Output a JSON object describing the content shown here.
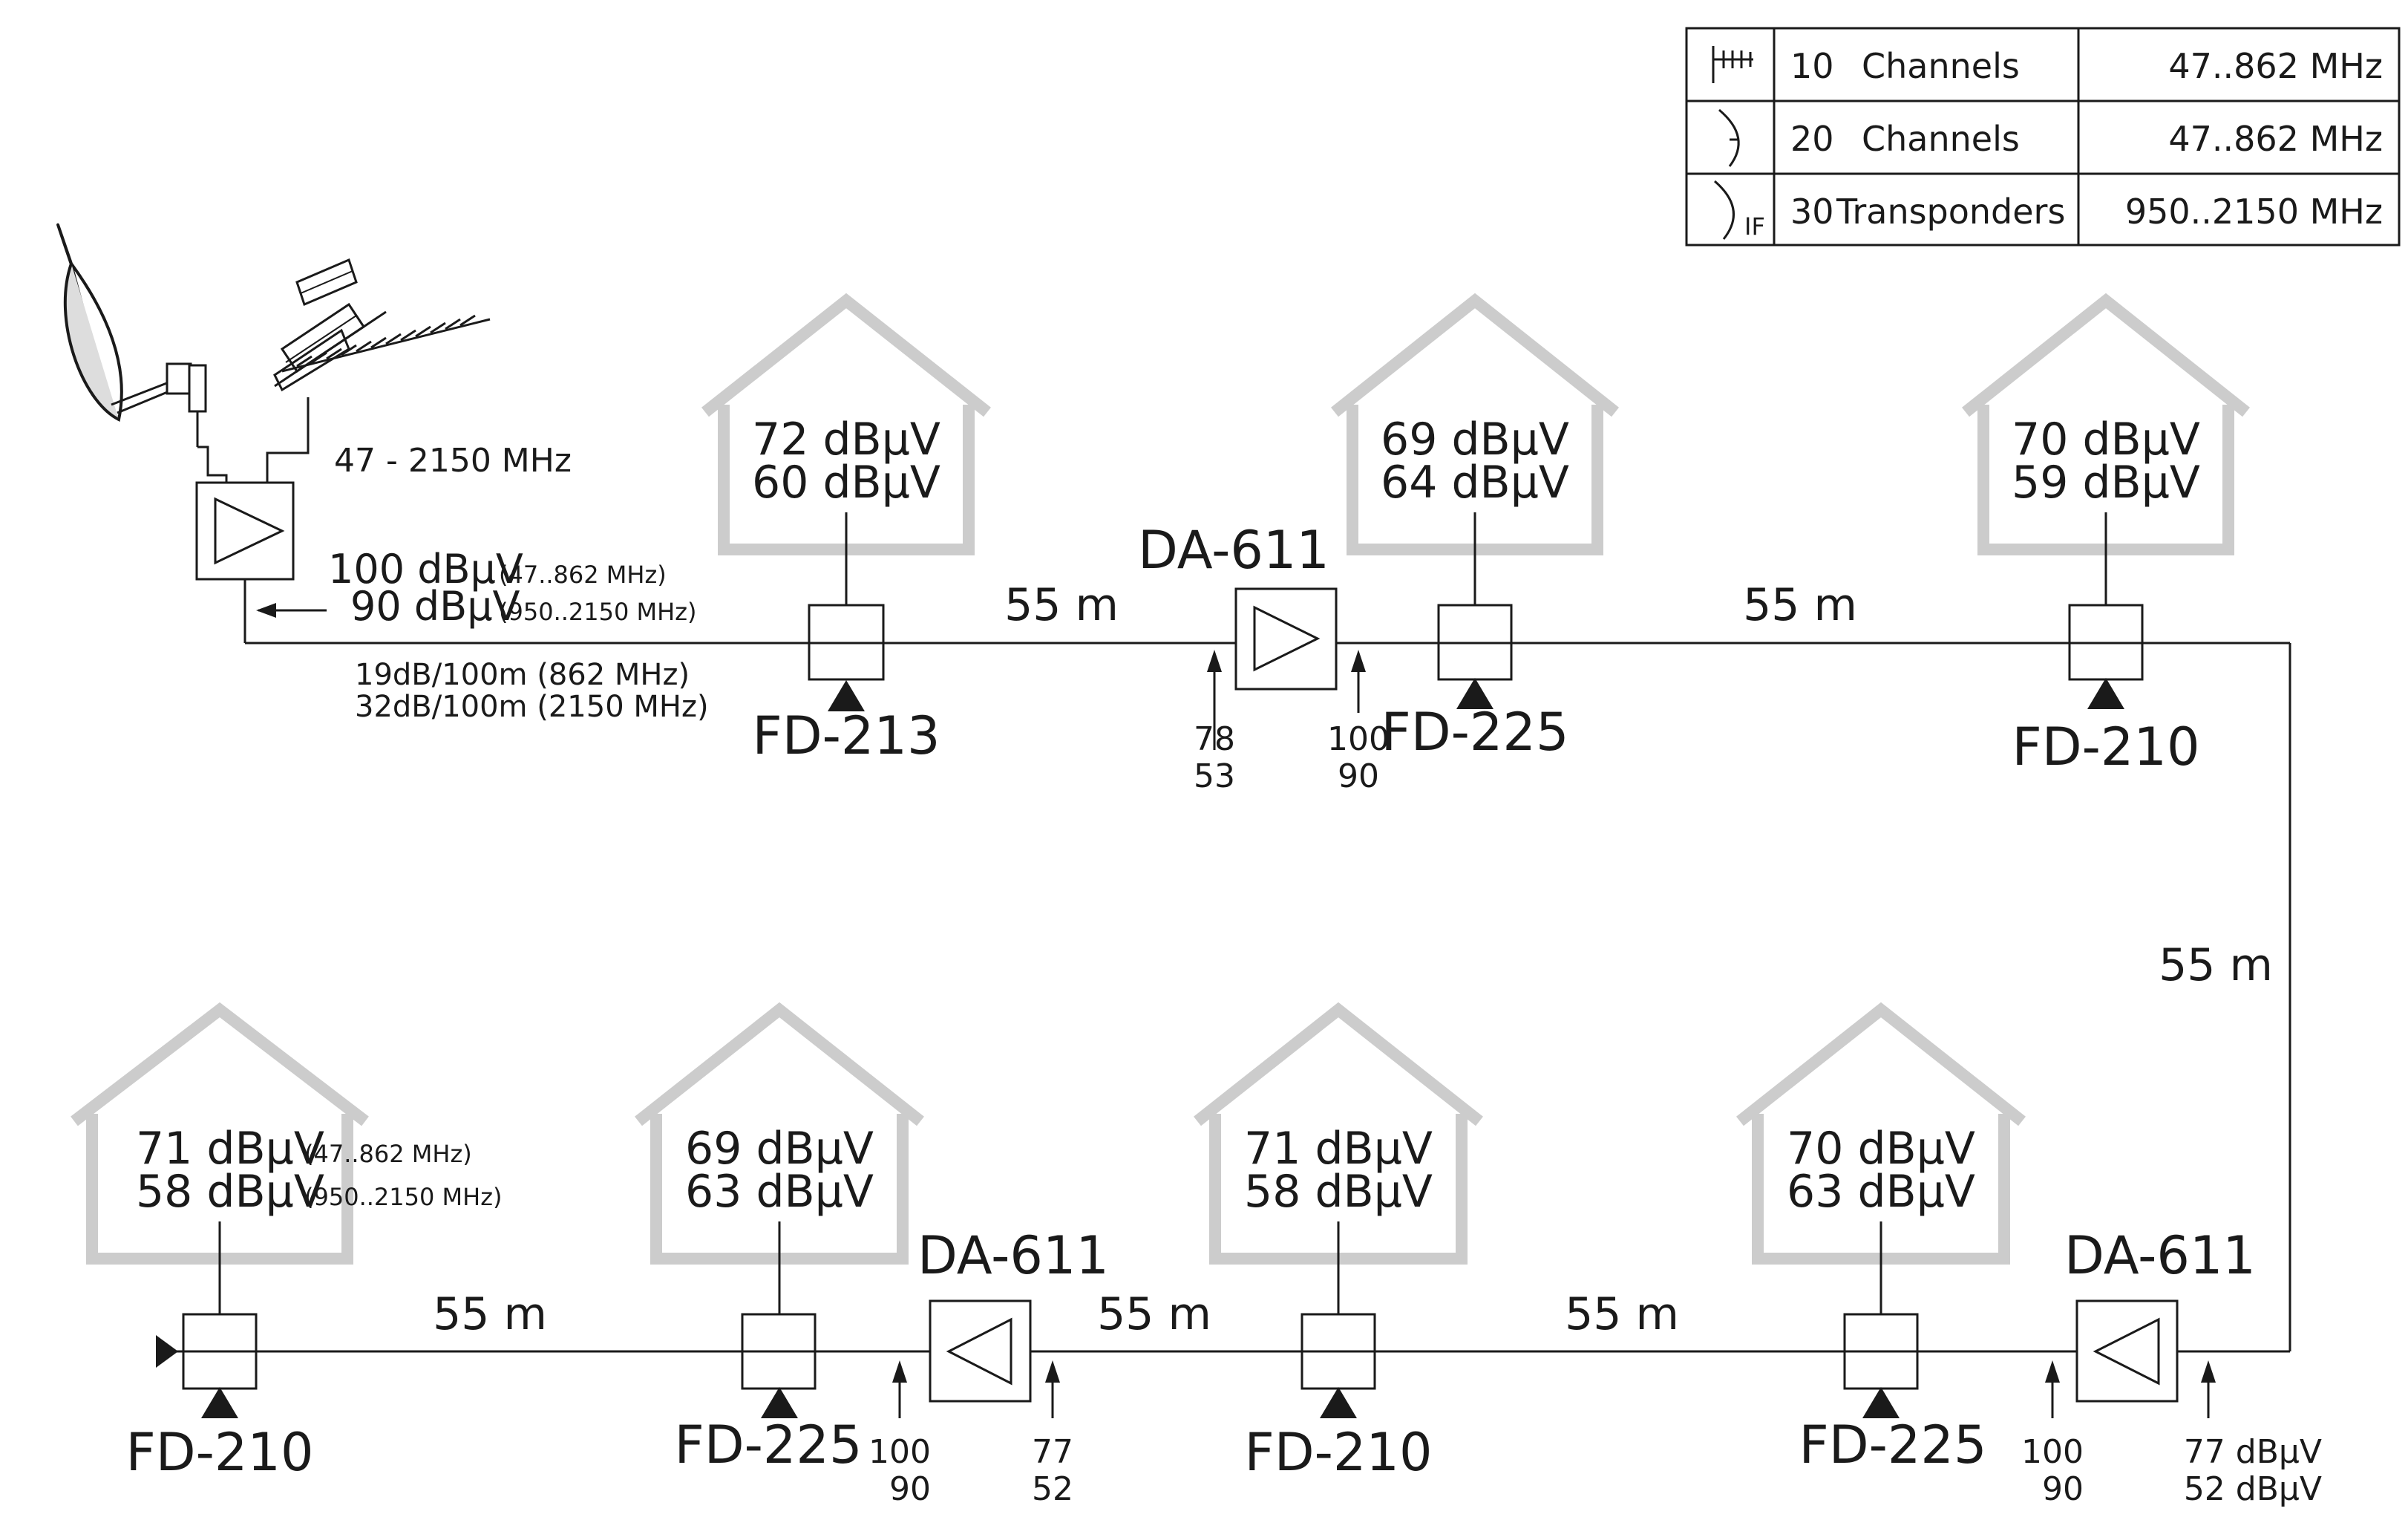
{
  "legend": {
    "rows": [
      {
        "icon": "terrestrial-antenna-icon",
        "count": "10",
        "unit": "Channels",
        "range": "47..862 MHz"
      },
      {
        "icon": "satellite-dish-icon",
        "count": "20",
        "unit": "Channels",
        "range": "47..862 MHz"
      },
      {
        "icon": "satellite-if-icon",
        "count": "30",
        "unit": "Transponders",
        "range": "950..2150 MHz",
        "if_label": "IF"
      }
    ]
  },
  "headend": {
    "band": "47 - 2150 MHz",
    "out_vhf_level": "100 dBμV",
    "out_vhf_range": "(47..862 MHz)",
    "out_if_level": "90 dBμV",
    "out_if_range": "(950..2150 MHz)",
    "cable_loss_1": "19dB/100m (862 MHz)",
    "cable_loss_2": "32dB/100m (2150 MHz)"
  },
  "top_row": {
    "taps": [
      {
        "model": "FD-213",
        "sig1": "72 dBμV",
        "sig2": "60 dBμV"
      },
      {
        "model": "FD-225",
        "sig1": "69 dBμV",
        "sig2": "64 dBμV"
      },
      {
        "model": "FD-210",
        "sig1": "70 dBμV",
        "sig2": "59 dBμV"
      }
    ],
    "segments": [
      "55 m",
      "55 m"
    ],
    "amplifier": {
      "model": "DA-611",
      "in1": "78",
      "in2": "53",
      "out1": "100",
      "out2": "90"
    }
  },
  "vertical_segment": "55 m",
  "bottom_row": {
    "taps": [
      {
        "model": "FD-210",
        "sig1": "71 dBμV",
        "sig1_range": "(47..862 MHz)",
        "sig2": "58 dBμV",
        "sig2_range": "(950..2150 MHz)"
      },
      {
        "model": "FD-225",
        "sig1": "69 dBμV",
        "sig2": "63 dBμV"
      },
      {
        "model": "FD-210",
        "sig1": "71 dBμV",
        "sig2": "58 dBμV"
      },
      {
        "model": "FD-225",
        "sig1": "70 dBμV",
        "sig2": "63 dBμV"
      }
    ],
    "segments": [
      "55 m",
      "55 m",
      "55 m"
    ],
    "amplifiers": [
      {
        "model": "DA-611",
        "in1": "77",
        "in2": "52",
        "out1": "100",
        "out2": "90"
      },
      {
        "model": "DA-611",
        "in1": "77 dBμV",
        "in2": "52 dBμV",
        "out1": "100",
        "out2": "90"
      }
    ]
  }
}
